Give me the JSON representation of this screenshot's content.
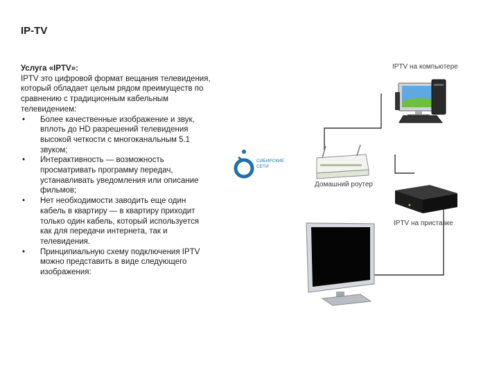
{
  "slide": {
    "title": "IP-TV",
    "subtitle": "Услуга «IPTV»:",
    "intro": "IPTV это цифровой формат вещания телевидения, который обладает целым рядом преимуществ по сравнению с традиционным кабельным телевидением:",
    "bullets": [
      "Более качественные изображение и звук, вплоть до HD разрешений телевидения высокой четкости с многоканальным 5.1 звуком;",
      "Интерактивность — возможность просматривать программу передач, устанавливать уведомления или описание фильмов;",
      "Нет необходимости заводить еще один кабель в квартиру — в квартиру приходит только один кабель, который используется как для передачи интернета, так и телевидения.",
      "Принципиальную схему подключения IPTV можно представить в виде следующего изображения:"
    ]
  },
  "diagram": {
    "computer_label": "IPTV на компьютере",
    "router_label": "Домашний роутер",
    "settopbox_label": "IPTV на приставке",
    "logo_text": "СИБИРСКИЕ СЕТИ",
    "accent_color": "#1e6fb0",
    "line_color": "#333333"
  }
}
